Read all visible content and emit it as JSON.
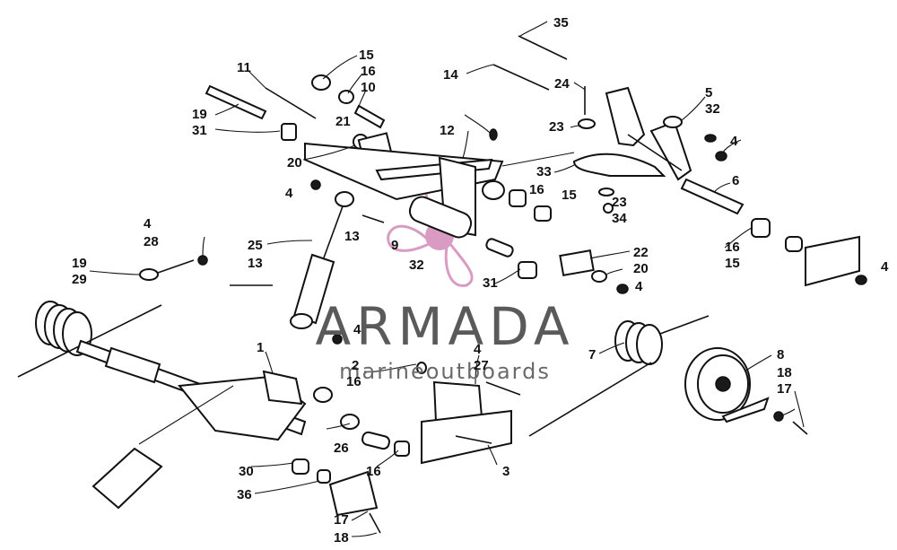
{
  "brand": {
    "name": "ARMADA",
    "tagline": "marineoutboards",
    "logo_color": "#d48ab8",
    "text_color": "#5a5a5a"
  },
  "part_numbers": [
    "35",
    "15",
    "16",
    "10",
    "11",
    "14",
    "24",
    "5",
    "32",
    "19",
    "31",
    "21",
    "23",
    "4",
    "12",
    "20",
    "33",
    "16",
    "15",
    "23",
    "34",
    "6",
    "4",
    "13",
    "25",
    "9",
    "16",
    "22",
    "20",
    "4",
    "31",
    "15",
    "4",
    "13",
    "32",
    "19",
    "29",
    "4",
    "28",
    "4",
    "7",
    "1",
    "2",
    "4",
    "27",
    "16",
    "8",
    "18",
    "17",
    "26",
    "16",
    "3",
    "30",
    "36",
    "17",
    "18"
  ]
}
